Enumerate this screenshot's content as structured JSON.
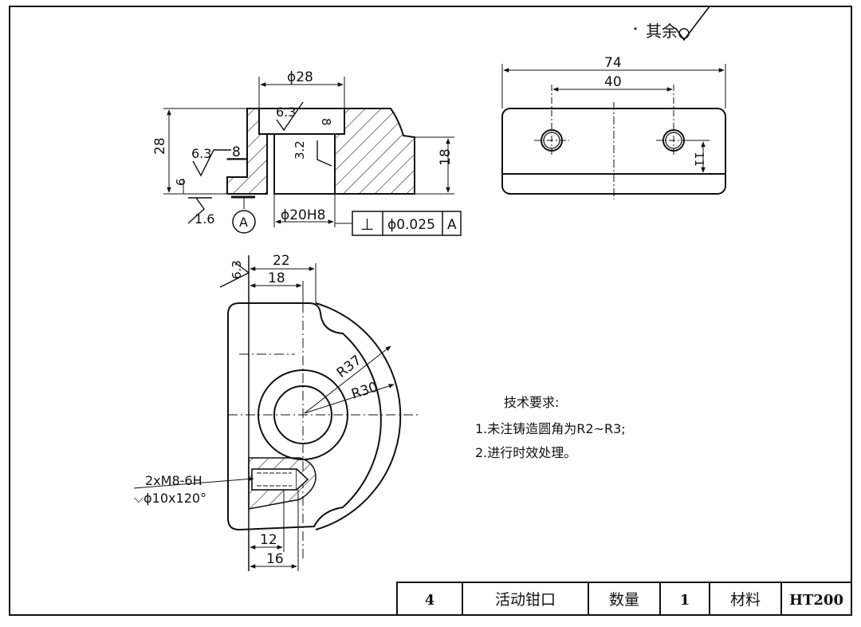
{
  "roughness_note": "其余",
  "top_view": {
    "dim_overall": "74",
    "dim_holes": "40",
    "dim_hole_height": "11"
  },
  "section_view": {
    "dim_counterbore": "ϕ28",
    "dim_height_total": "28",
    "dim_step_depth": "8",
    "dim_step_height": "6",
    "dim_counterbore_depth": "8",
    "dim_right_height": "18",
    "dim_bore": "ϕ20H8",
    "roughness_counterbore": "6.3",
    "roughness_step": "6.3",
    "roughness_bore": "3.2",
    "roughness_bottom": "1.6",
    "datum": "A",
    "tolerance": {
      "symbol": "⊥",
      "value": "ϕ0.025",
      "datum": "A"
    }
  },
  "front_view": {
    "roughness_face": "6.3",
    "dim_width_22": "22",
    "dim_width_18": "18",
    "dim_r37": "R37",
    "dim_r30": "R30",
    "thread_note_1": "2xM8-6H",
    "thread_note_2": "⌵ϕ10x120°",
    "dim_12": "12",
    "dim_16": "16"
  },
  "tech_req": {
    "title": "技术要求:",
    "items": [
      "1.未注铸造圆角为R2~R3;",
      "2.进行时效处理。"
    ]
  },
  "title_block": {
    "number": "4",
    "part_name": "活动钳口",
    "qty_label": "数量",
    "qty": "1",
    "material_label": "材料",
    "material": "HT200"
  }
}
